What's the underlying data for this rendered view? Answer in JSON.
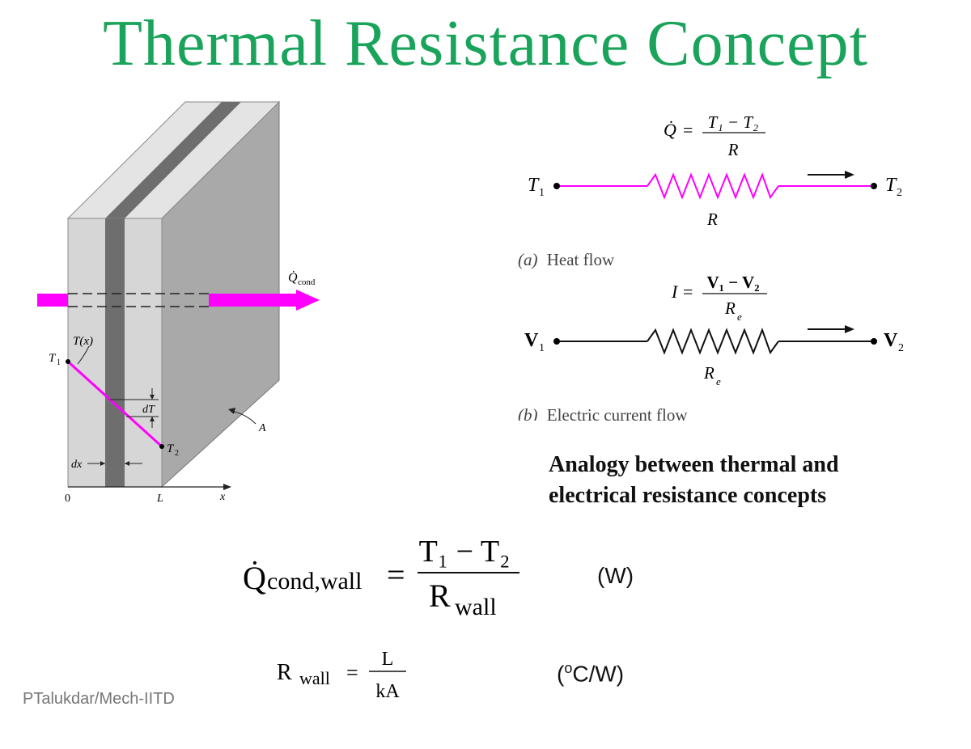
{
  "title": "Thermal Resistance Concept",
  "wall_diagram": {
    "flux_label": "Q̇",
    "flux_sub": "cond",
    "temp_profile": "T(x)",
    "t1": "T",
    "t1_sub": "1",
    "t2": "T",
    "t2_sub": "2",
    "dT": "dT",
    "dx": "dx",
    "area": "A",
    "origin": "0",
    "L": "L",
    "x_axis": "x"
  },
  "heat_circuit": {
    "q_dot": "Q̇",
    "eq": "=",
    "numerator": "T₁ − T₂",
    "denominator": "R",
    "node_left": "T",
    "node_left_sub": "1",
    "node_right": "T",
    "node_right_sub": "2",
    "resistor_label": "R",
    "caption_tag": "(a)",
    "caption_text": "Heat flow"
  },
  "electric_circuit": {
    "current": "I",
    "eq": "=",
    "numerator": "V₁ − V₂",
    "denominator": "R",
    "denominator_sub": "e",
    "node_left": "V",
    "node_left_sub": "1",
    "node_right": "V",
    "node_right_sub": "2",
    "resistor_label": "R",
    "resistor_sub": "e",
    "caption_tag": "(b)",
    "caption_text": "Electric current flow"
  },
  "caption_line1": "Analogy between thermal and",
  "caption_line2": "electrical resistance concepts",
  "eq1": {
    "lhs": "Q̇",
    "lhs_sub": "cond,wall",
    "eq": "=",
    "numerator": "T₁ − T₂",
    "denominator": "R",
    "denominator_sub": "wall",
    "unit": "(W)"
  },
  "eq2": {
    "lhs": "R",
    "lhs_sub": "wall",
    "eq": "=",
    "numerator": "L",
    "denominator": "kA",
    "unit_open": "(",
    "unit_sup": "o",
    "unit_rest": "C/W)"
  },
  "footer": "PTalukdar/Mech-IITD",
  "colors": {
    "title": "#1aa35a",
    "heat_flow": "#ff00ff",
    "wall_light": "#d6d6d6",
    "wall_side": "#a9a9a9",
    "wall_dark": "#707070"
  }
}
